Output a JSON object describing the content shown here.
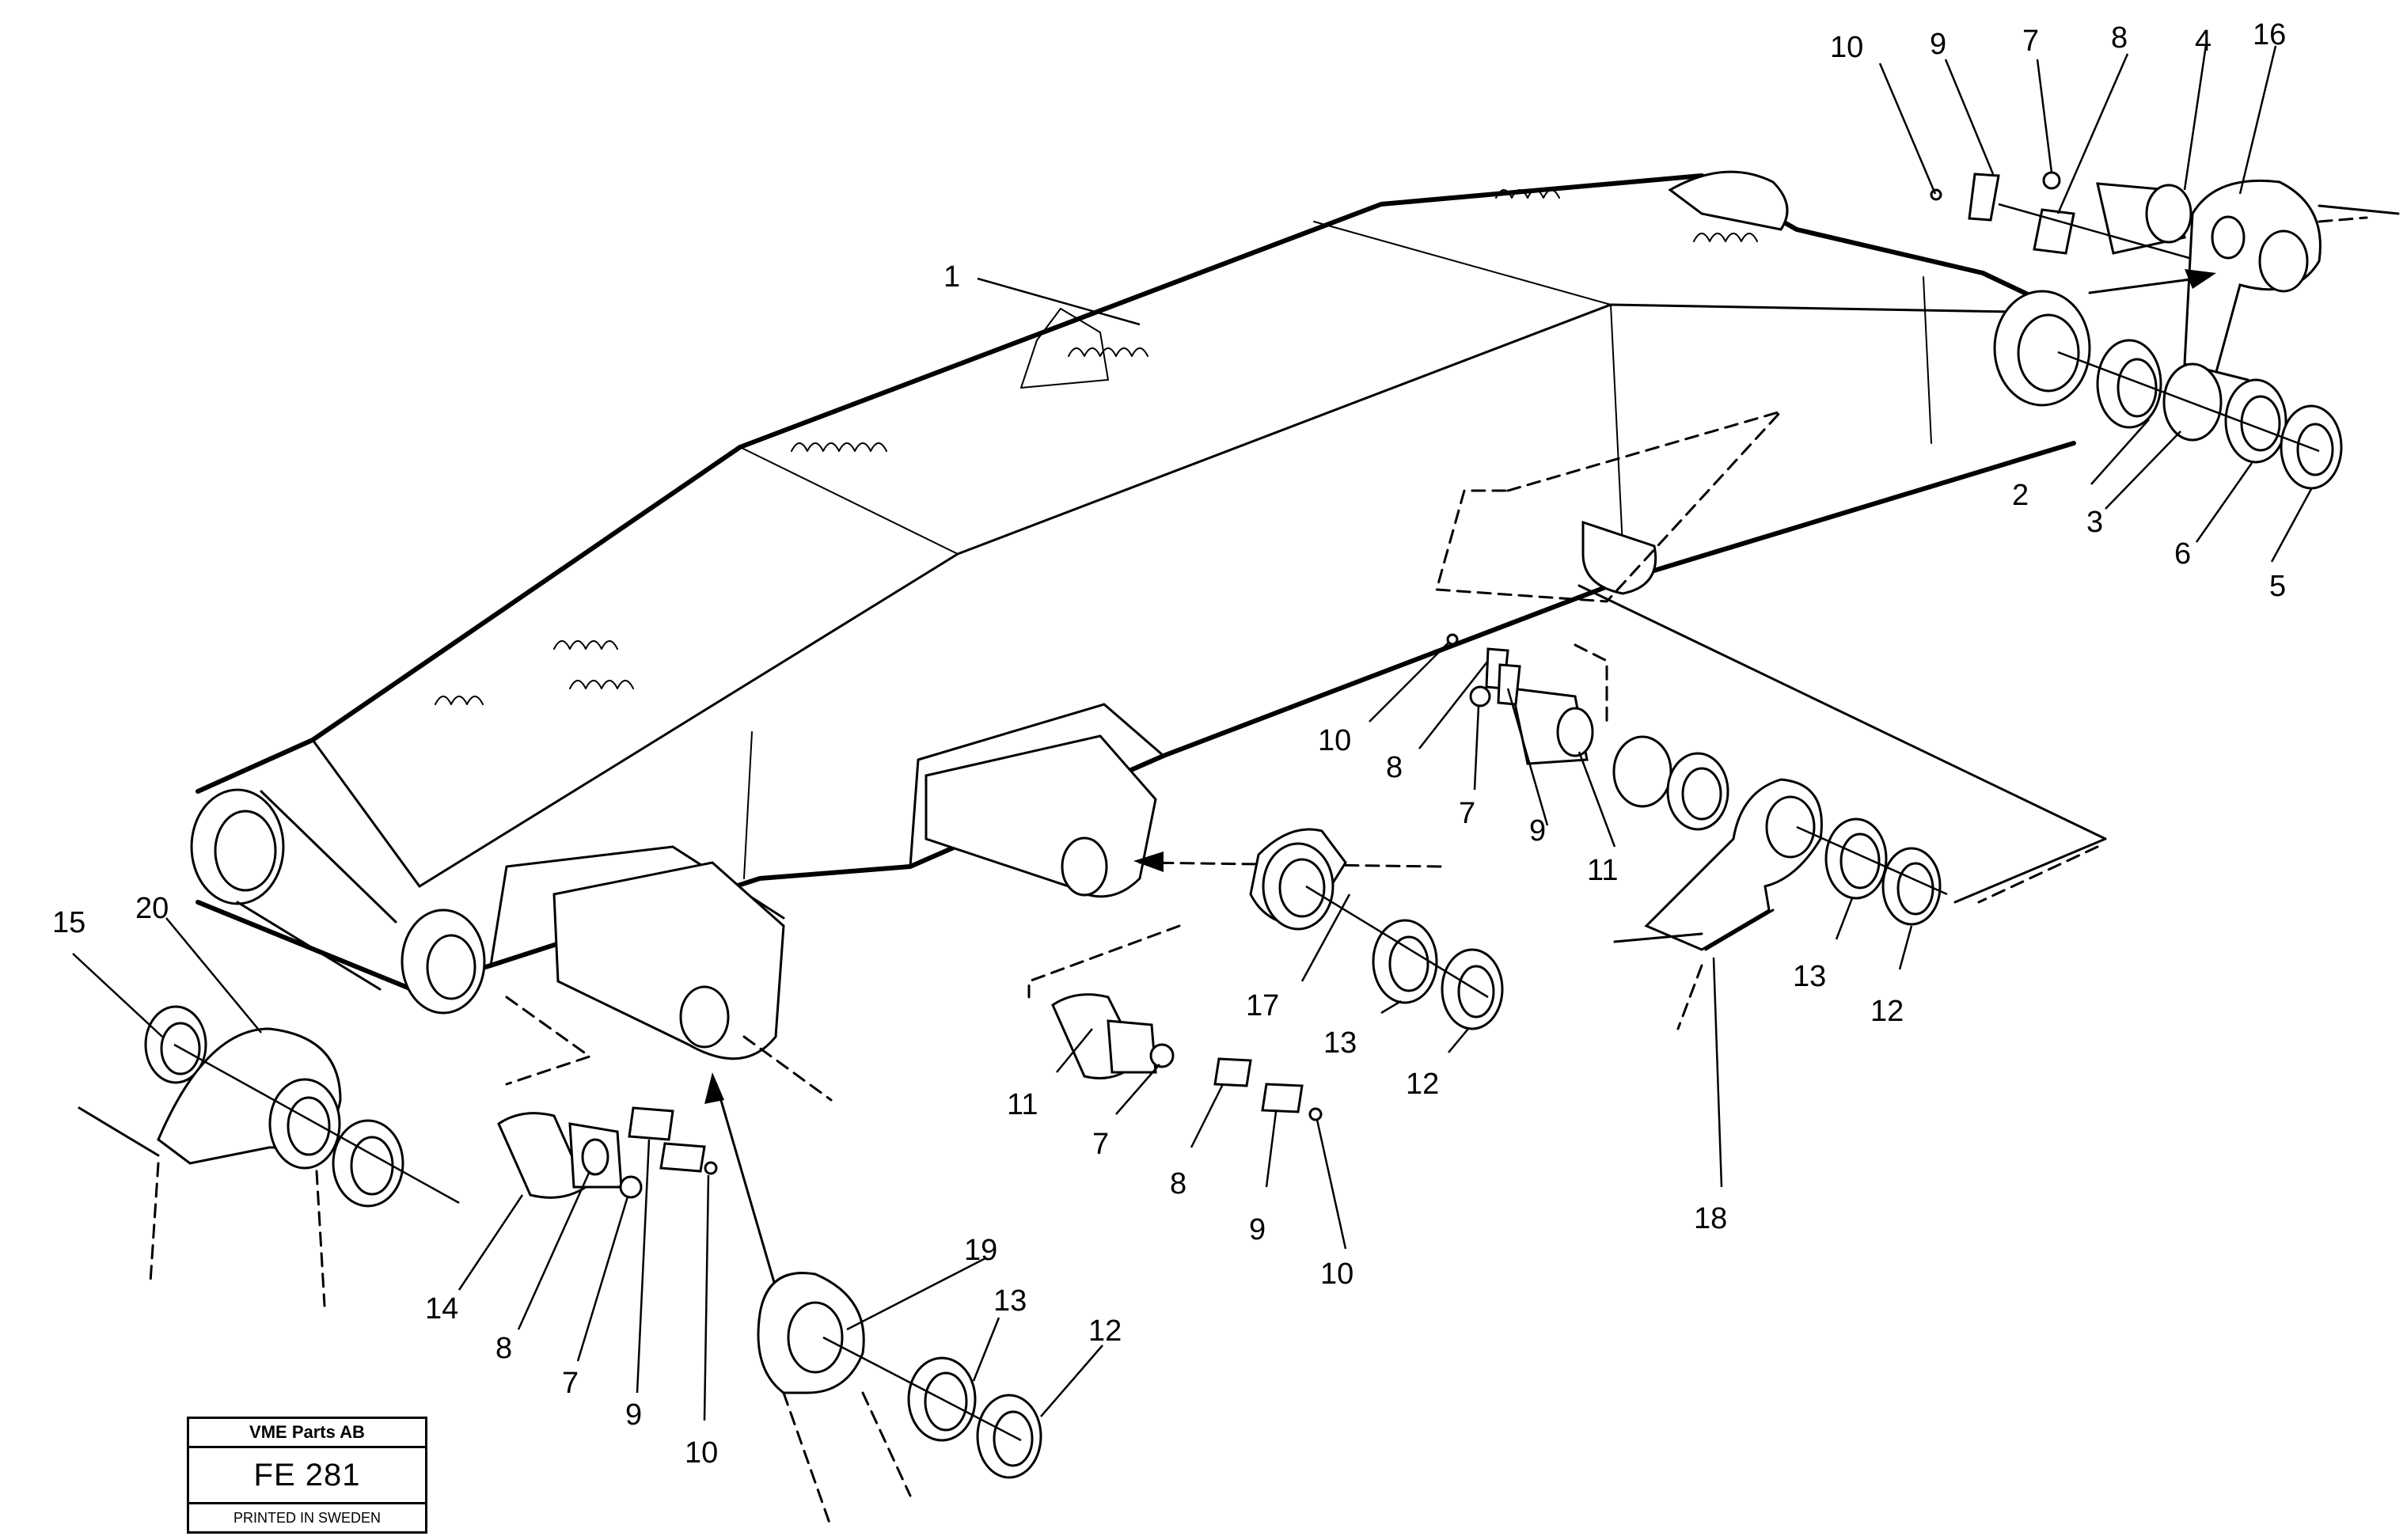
{
  "title_block": {
    "company": "VME Parts AB",
    "code": "FE 281",
    "printed": "PRINTED IN SWEDEN"
  },
  "callouts": {
    "c1": "1",
    "c2": "2",
    "c3": "3",
    "c4": "4",
    "c5": "5",
    "c6": "6",
    "c7a": "7",
    "c8a": "8",
    "c9a": "9",
    "c10a": "10",
    "c16": "16",
    "c10b": "10",
    "c8b": "8",
    "c7b": "7",
    "c9b": "9",
    "c11a": "11",
    "c13a": "13",
    "c12a": "12",
    "c18": "18",
    "c17": "17",
    "c13b": "13",
    "c12b": "12",
    "c11b": "11",
    "c7c": "7",
    "c8c": "8",
    "c9c": "9",
    "c10c": "10",
    "c15": "15",
    "c20": "20",
    "c14": "14",
    "c8d": "8",
    "c7d": "7",
    "c9d": "9",
    "c10d": "10",
    "c19": "19",
    "c13c": "13",
    "c12c": "12"
  }
}
